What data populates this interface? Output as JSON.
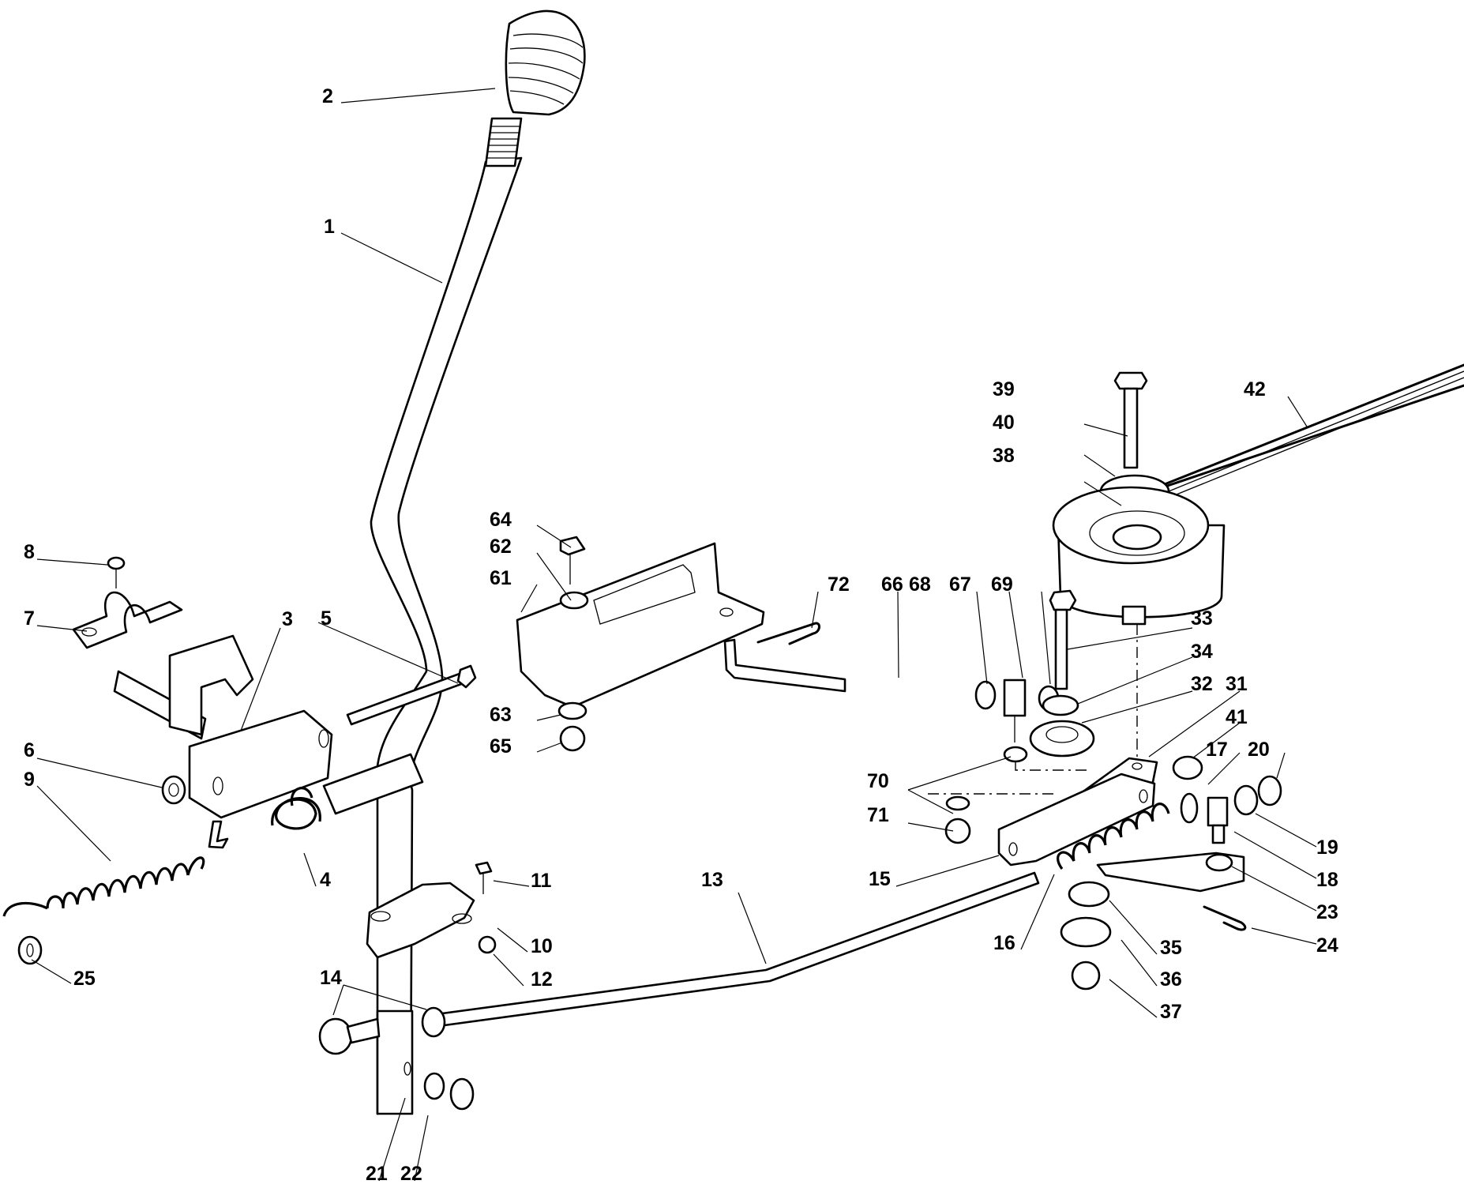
{
  "diagram": {
    "type": "exploded-parts-diagram",
    "subject": "gear shift lever and belt tensioner assembly",
    "label_color": "#000000",
    "background": "#ffffff",
    "callouts": [
      {
        "id": "1",
        "part": "shift-lever"
      },
      {
        "id": "2",
        "part": "lever-knob"
      },
      {
        "id": "3",
        "part": "lever-support-bracket"
      },
      {
        "id": "4",
        "part": "torsion-spring"
      },
      {
        "id": "5",
        "part": "pivot-bolt"
      },
      {
        "id": "6",
        "part": "nut"
      },
      {
        "id": "7",
        "part": "cable-clamp"
      },
      {
        "id": "8",
        "part": "clamp-screw"
      },
      {
        "id": "9",
        "part": "tension-spring"
      },
      {
        "id": "10",
        "part": "lever-guide-plate"
      },
      {
        "id": "11",
        "part": "guide-bolt"
      },
      {
        "id": "12",
        "part": "guide-nut"
      },
      {
        "id": "13",
        "part": "tensioner-rod"
      },
      {
        "id": "14",
        "part": "ball-joint-and-nut"
      },
      {
        "id": "15",
        "part": "tensioner-arm"
      },
      {
        "id": "16",
        "part": "tensioner-spring"
      },
      {
        "id": "17",
        "part": "washer"
      },
      {
        "id": "18",
        "part": "swivel-pin"
      },
      {
        "id": "19",
        "part": "nut"
      },
      {
        "id": "20",
        "part": "nut"
      },
      {
        "id": "21",
        "part": "washer"
      },
      {
        "id": "22",
        "part": "nut"
      },
      {
        "id": "23",
        "part": "washer"
      },
      {
        "id": "24",
        "part": "cotter-pin"
      },
      {
        "id": "25",
        "part": "washer"
      },
      {
        "id": "31",
        "part": "tensioner-plate"
      },
      {
        "id": "32",
        "part": "pulley-spacer"
      },
      {
        "id": "33",
        "part": "pulley-bolt"
      },
      {
        "id": "34",
        "part": "washer"
      },
      {
        "id": "35",
        "part": "washer"
      },
      {
        "id": "36",
        "part": "large-washer"
      },
      {
        "id": "37",
        "part": "nut"
      },
      {
        "id": "38",
        "part": "idler-pulley"
      },
      {
        "id": "39",
        "part": "bolt"
      },
      {
        "id": "40",
        "part": "washer"
      },
      {
        "id": "41",
        "part": "nut"
      },
      {
        "id": "42",
        "part": "drive-belt"
      },
      {
        "id": "61",
        "part": "brake-bracket"
      },
      {
        "id": "62",
        "part": "washer"
      },
      {
        "id": "63",
        "part": "washer"
      },
      {
        "id": "64",
        "part": "bolt"
      },
      {
        "id": "65",
        "part": "nut"
      },
      {
        "id": "66",
        "part": "brake-rod"
      },
      {
        "id": "67",
        "part": "swivel-block"
      },
      {
        "id": "68",
        "part": "nut"
      },
      {
        "id": "69",
        "part": "nut"
      },
      {
        "id": "70",
        "part": "washer"
      },
      {
        "id": "71",
        "part": "nut"
      },
      {
        "id": "72",
        "part": "cotter-pin"
      }
    ]
  }
}
